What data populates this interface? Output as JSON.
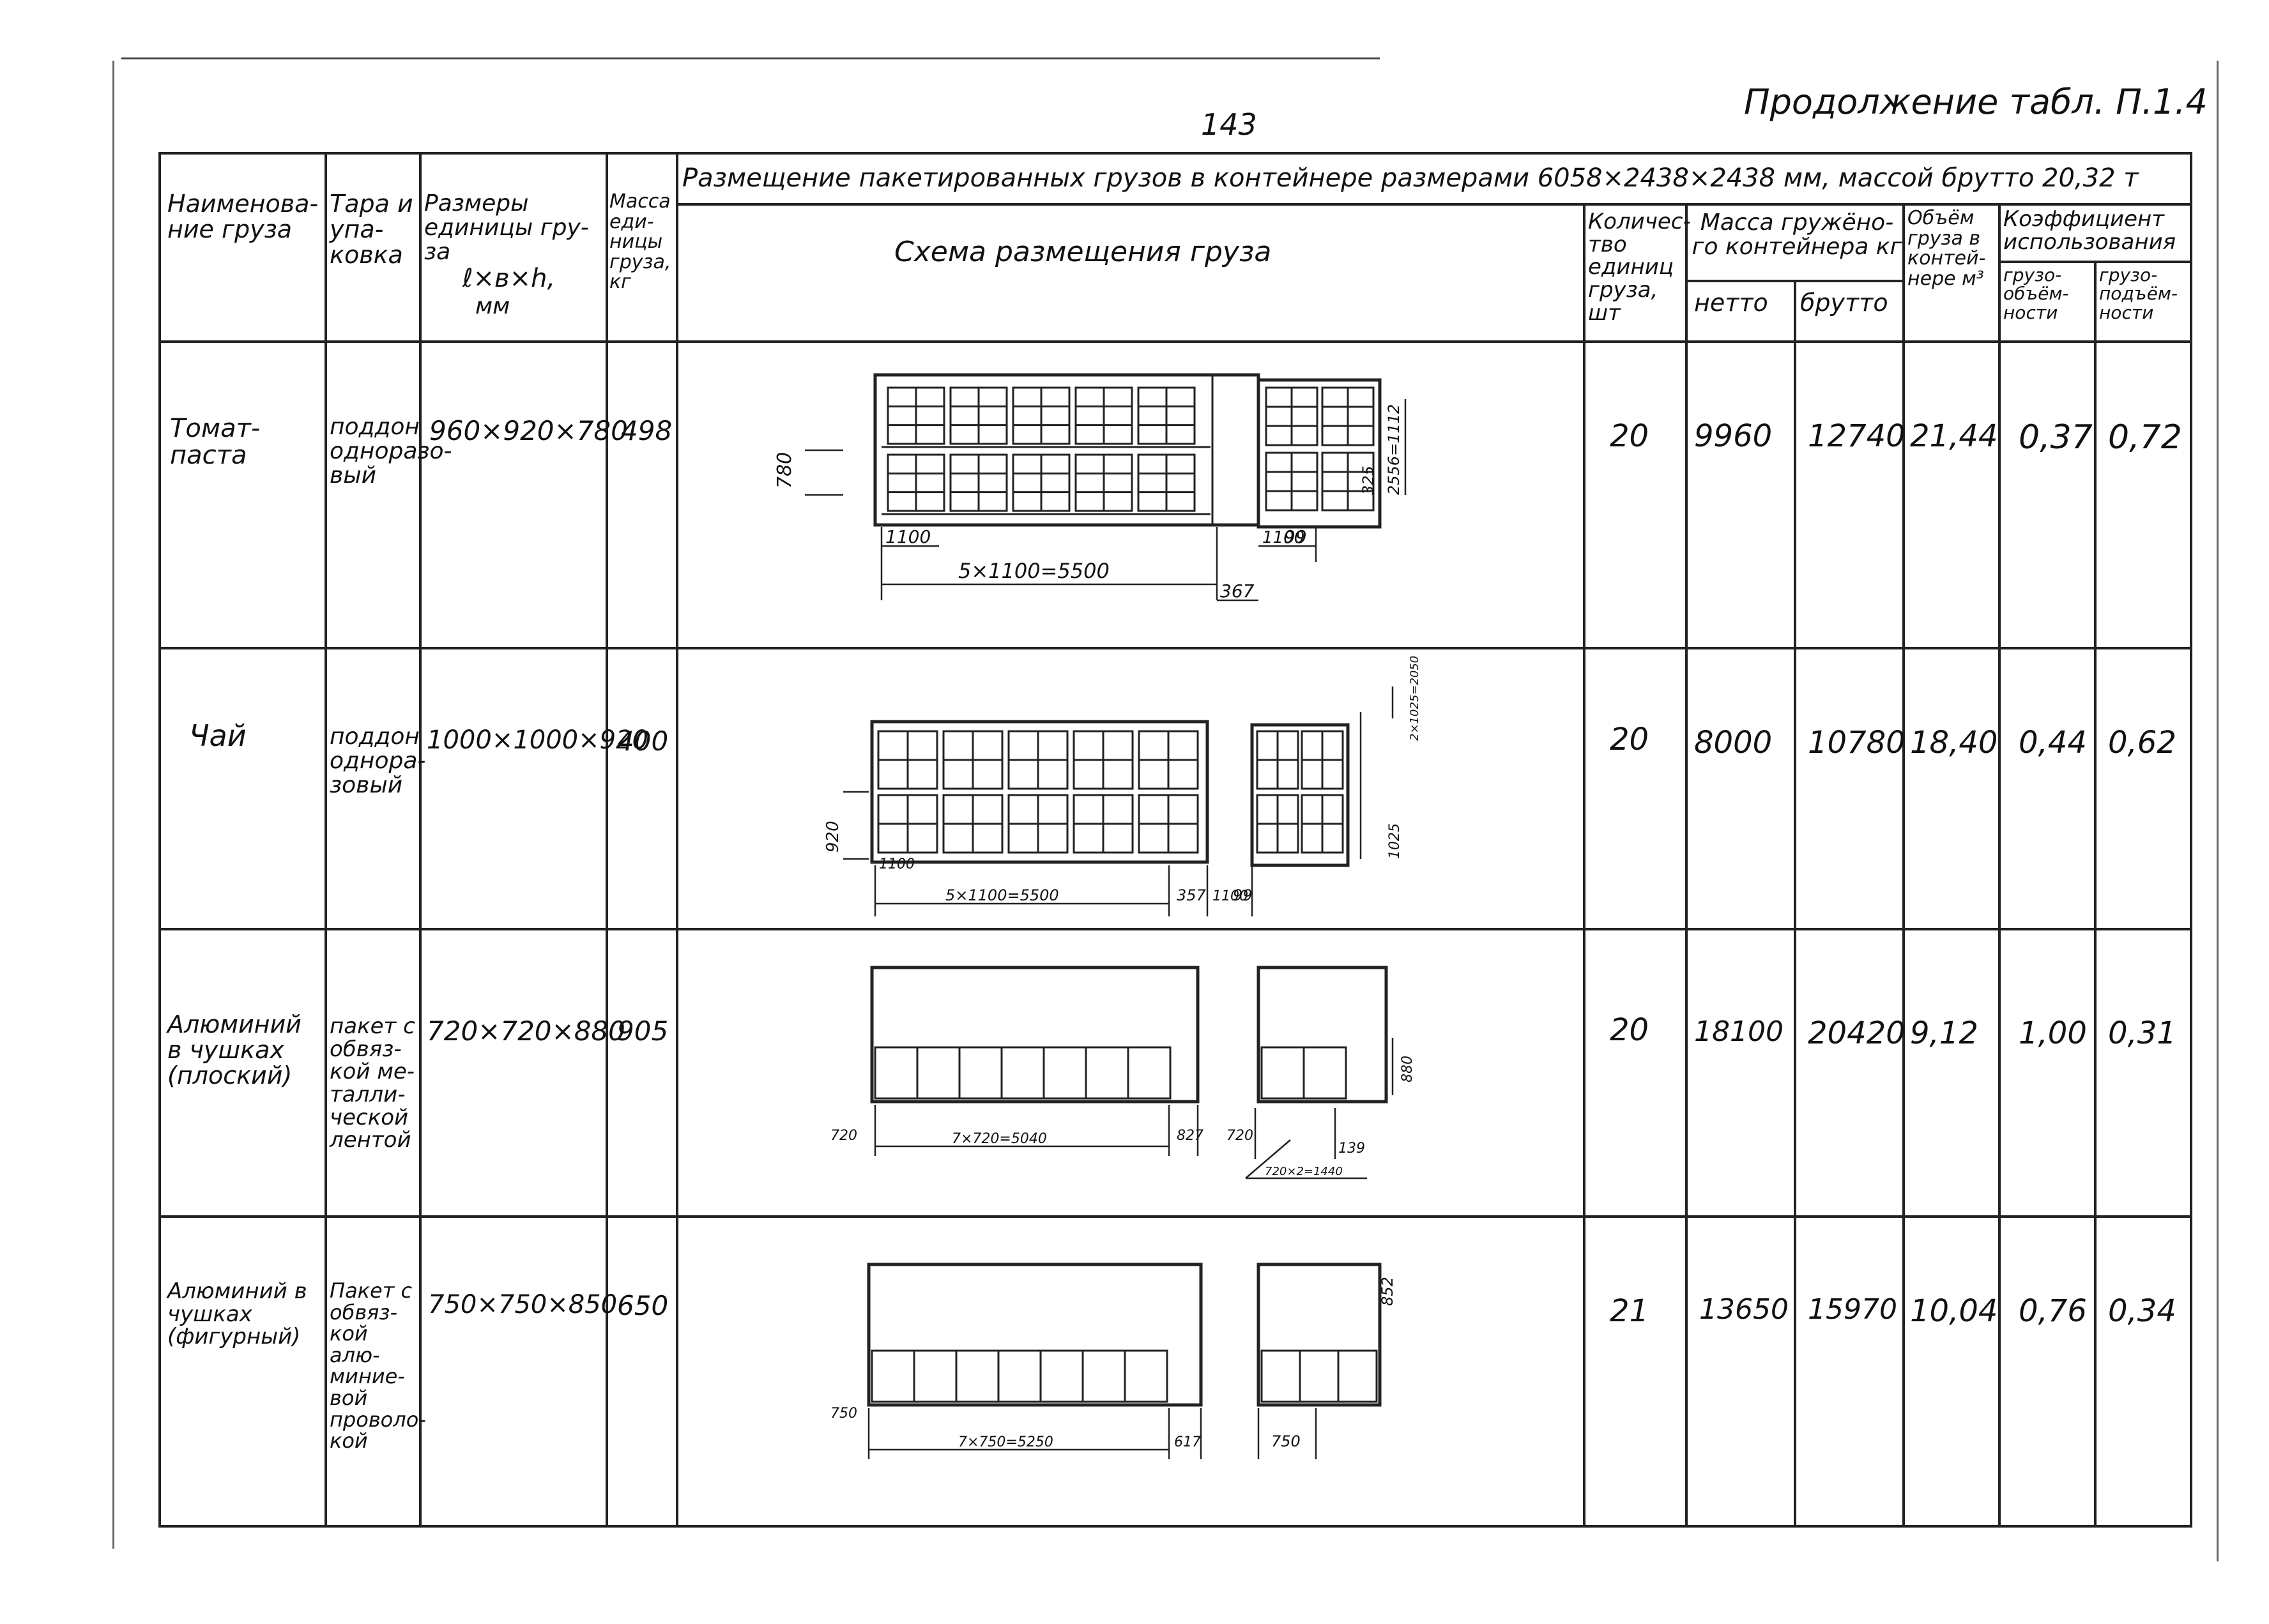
{
  "page_number": "143",
  "continuation": "Продолжение табл. П.1.4",
  "header": {
    "cargo_name": "Наименова- ние груза",
    "packaging": "Тара и упа- ковка",
    "dims_1": "Размеры единицы гру- за",
    "dims_2": "ℓ×в×h,",
    "dims_3": "мм",
    "mass": "Масса еди- ницы груза, кг",
    "placement_title": "Размещение пакетированных грузов в контейнере размерами 6058×2438×2438 мм, массой брутто 20,32 т",
    "scheme": "Схема размещения груза",
    "count": "Количес- тво единиц груза, шт",
    "container_mass": "Масса гружёно- го контейнера кг",
    "net": "нетто",
    "gross": "брутто",
    "volume": "Объём груза в контей- нере м³",
    "coef": "Коэффициент использования",
    "coef_volume": "грузо- объём- ности",
    "coef_capacity": "грузо- подъём- ности"
  },
  "rows": [
    {
      "name": "Томат- паста",
      "pack": "поддон одноразо- вый",
      "dims": "960×920×780",
      "mass": "498",
      "count": "20",
      "net": "9960",
      "gross": "12740",
      "volume": "21,44",
      "k1": "0,37",
      "k2": "0,72",
      "labels": [
        "780",
        "1100",
        "5×1100=5500",
        "367",
        "1100",
        "99",
        "325",
        "2556=1112"
      ]
    },
    {
      "name": "Чай",
      "pack": "поддон однора- зовый",
      "dims": "1000×1000×920",
      "mass": "400",
      "count": "20",
      "net": "8000",
      "gross": "10780",
      "volume": "18,40",
      "k1": "0,44",
      "k2": "0,62",
      "labels": [
        "920",
        "1100",
        "5×1100=5500",
        "357",
        "1100",
        "99",
        "1025",
        "2×1025=2050"
      ]
    },
    {
      "name": "Алюминий в чушках (плоский)",
      "pack": "пакет с обвяз- кой ме- талли- ческой лентой",
      "dims": "720×720×880",
      "mass": "905",
      "count": "20",
      "net": "18100",
      "gross": "20420",
      "volume": "9,12",
      "k1": "1,00",
      "k2": "0,31",
      "labels": [
        "720",
        "7×720=5040",
        "827",
        "720",
        "139",
        "720×2=1440",
        "880"
      ]
    },
    {
      "name": "Алюминий в чушках (фигурный)",
      "pack": "Пакет с обвяз- кой алю- миние- вой проволо- кой",
      "dims": "750×750×850",
      "mass": "650",
      "count": "21",
      "net": "13650",
      "gross": "15970",
      "volume": "10,04",
      "k1": "0,76",
      "k2": "0,34",
      "labels": [
        "750",
        "7×750=5250",
        "617",
        "750",
        "852"
      ]
    }
  ]
}
